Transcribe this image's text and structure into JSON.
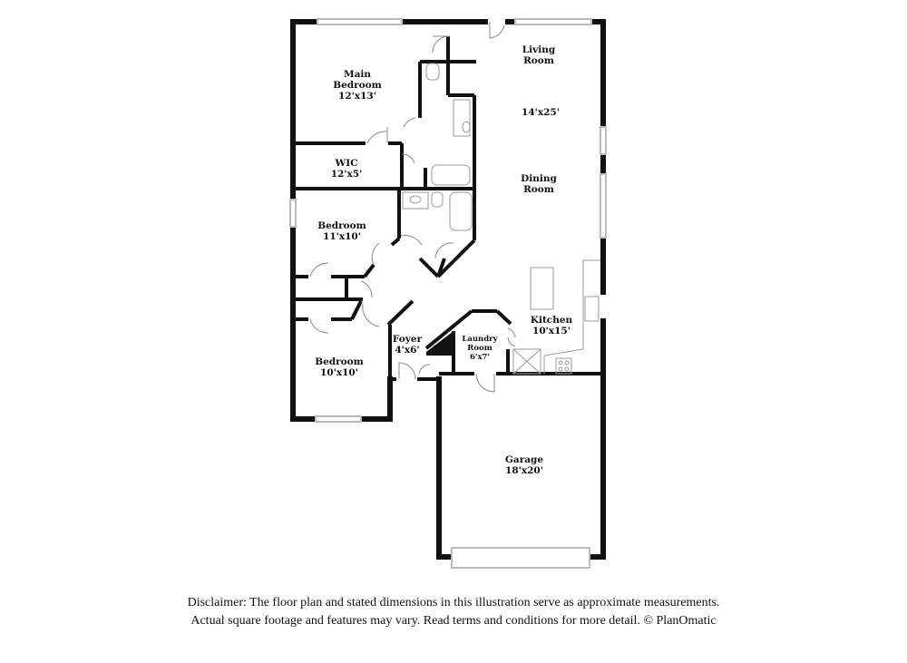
{
  "rooms": {
    "living": {
      "name_1": "Living",
      "name_2": "Room"
    },
    "living_dining_dims": "14'x25'",
    "dining": {
      "name_1": "Dining",
      "name_2": "Room"
    },
    "main_bedroom": {
      "name_1": "Main",
      "name_2": "Bedroom",
      "dims": "12'x13'"
    },
    "wic": {
      "name": "WIC",
      "dims": "12'x5'"
    },
    "bedroom_2": {
      "name": "Bedroom",
      "dims": "11'x10'"
    },
    "bedroom_3": {
      "name": "Bedroom",
      "dims": "10'x10'"
    },
    "foyer": {
      "name": "Foyer",
      "dims": "4'x6'"
    },
    "laundry": {
      "name_1": "Laundry",
      "name_2": "Room",
      "dims": "6'x7'"
    },
    "kitchen": {
      "name": "Kitchen",
      "dims": "10'x15'"
    },
    "garage": {
      "name": "Garage",
      "dims": "18'x20'"
    }
  },
  "disclaimer": {
    "line_1": "Disclaimer: The floor plan and stated dimensions in this illustration serve as approximate measurements.",
    "line_2": "Actual square footage and features may vary. Read terms and conditions for more detail. © PlanOmatic"
  },
  "colors": {
    "wall": "#111111",
    "window": "#bbbbbb",
    "fixture": "#888888",
    "background": "#ffffff"
  }
}
